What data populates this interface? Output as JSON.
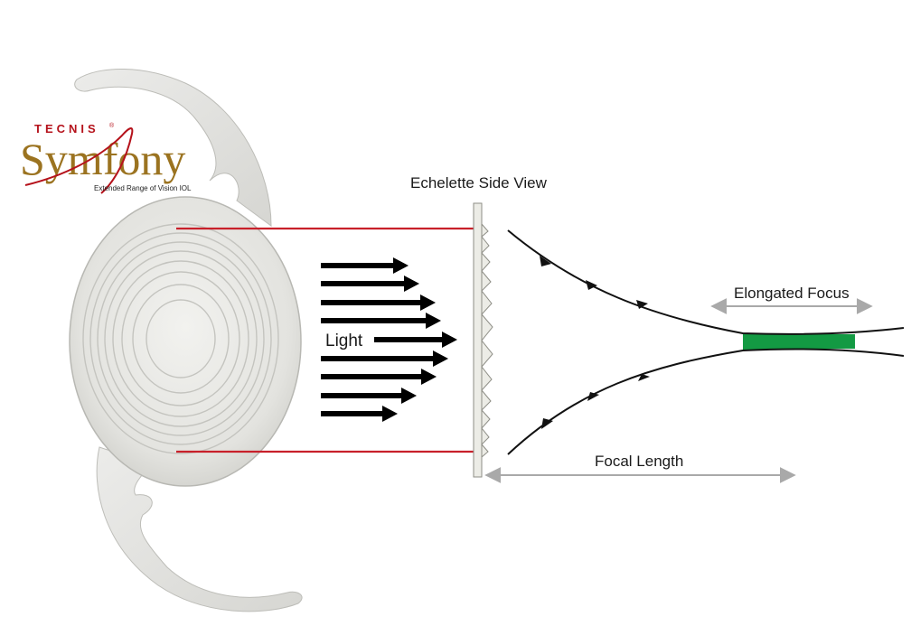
{
  "logo": {
    "brand": "TECNIS",
    "registered": "®",
    "product": "Symfony",
    "tagline": "Extended Range of Vision IOL",
    "colors": {
      "brand": "#b5121b",
      "product": "#9b7320",
      "swoosh": "#b5121b"
    }
  },
  "labels": {
    "echelette": "Echelette Side View",
    "light": "Light",
    "elongated_focus": "Elongated Focus",
    "focal_length": "Focal Length"
  },
  "colors": {
    "guide_lines": "#c8202a",
    "focus_region": "#139a43",
    "dimension_arrows": "#a9a9a9",
    "rays": "#111111",
    "light_arrows": "#000000"
  },
  "icons": {
    "lens": "iol-lens-illustration",
    "light_arrows": "arrow-right-icon",
    "ray_markers": "arrowhead-icon"
  }
}
